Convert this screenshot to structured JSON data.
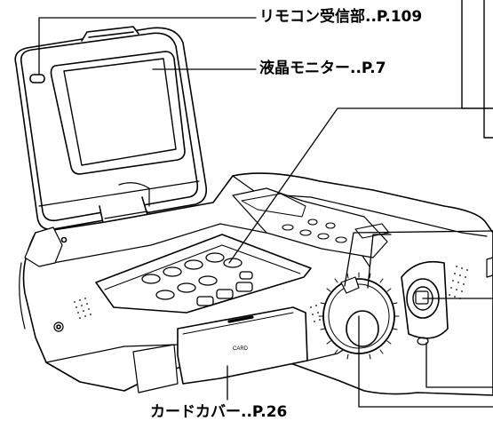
{
  "labels": {
    "remote": "リモコン受信部..P.109",
    "lcd": "液晶モニター..P.7",
    "card_cover": "カードカバー..P.26"
  },
  "body_text": {
    "card": "CARD"
  },
  "colors": {
    "line": "#000000",
    "fill": "#ffffff",
    "screen": "#ffffff"
  }
}
